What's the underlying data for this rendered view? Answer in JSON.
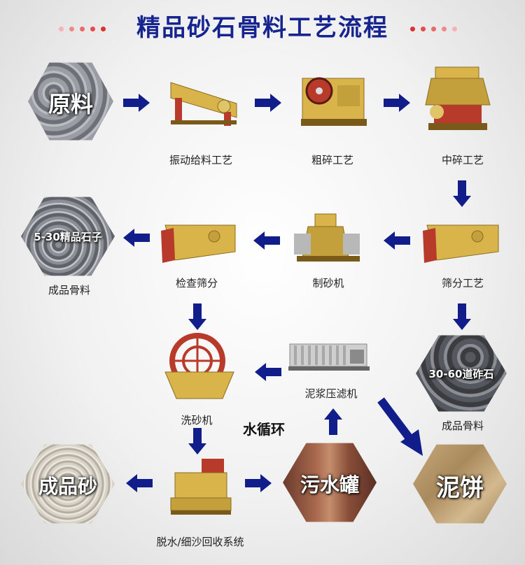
{
  "title": "精品砂石骨料工艺流程",
  "nodes": {
    "raw": "原料",
    "stone_5_30": "5-30精品石子",
    "stone_30_60": "30-60道砟石",
    "sand": "成品砂",
    "tank": "污水罐",
    "cake": "泥饼"
  },
  "captions": {
    "feeding": "振动给料工艺",
    "coarse": "粗碎工艺",
    "medium": "中碎工艺",
    "check_screen": "检查筛分",
    "sand_maker": "制砂机",
    "screening": "筛分工艺",
    "aggregate_1": "成品骨料",
    "aggregate_2": "成品骨料",
    "sand_washer": "洗砂机",
    "filter_press": "泥浆压滤机",
    "water_cycle": "水循环",
    "dewater": "脱水/细沙回收系统"
  },
  "colors": {
    "title": "#16248f",
    "arrow": "#101d8a",
    "dots_left": "#e64a4a",
    "dots_right": "#e64a4a",
    "machine_body": "#d9b44a",
    "machine_accent": "#b83a2a"
  }
}
